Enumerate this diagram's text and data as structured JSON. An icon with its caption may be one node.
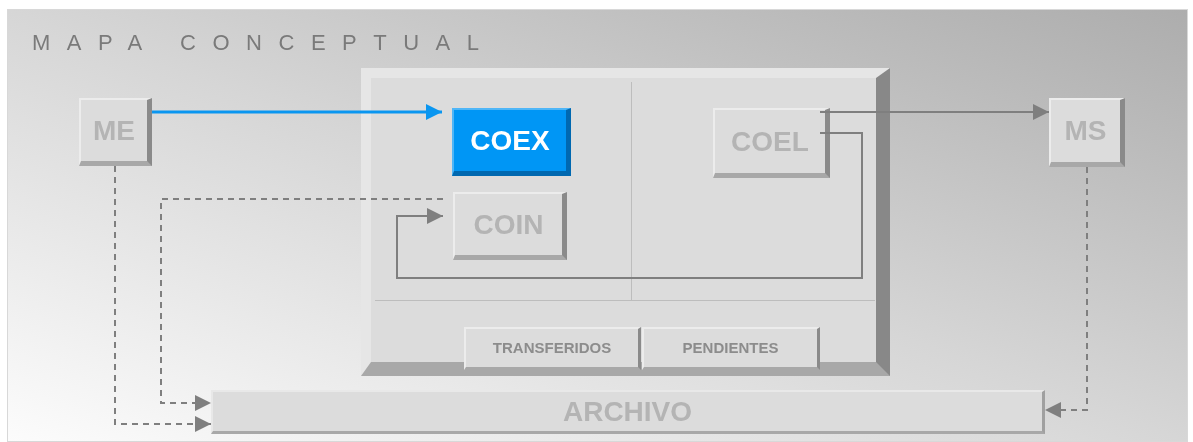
{
  "diagram": {
    "title": "MAPA CONCEPTUAL",
    "nodes": [
      {
        "text": [
          "ME"
        ]
      },
      {
        "text": [],
        "shape": "box"
      },
      {
        "text": [
          "COEX"
        ],
        "in": 1
      },
      {
        "text": [
          "COIN"
        ],
        "in": 1
      },
      {
        "text": [
          "COEL"
        ],
        "in": 1
      },
      {
        "text": [
          "MS"
        ]
      },
      {
        "text": [
          "TRANSFERIDOS"
        ],
        "in": 1
      },
      {
        "text": [
          "PENDIENTES"
        ],
        "in": 1
      },
      {
        "text": [
          "ARCHIVO"
        ]
      }
    ],
    "edges": [
      {
        "from": 0,
        "to": 2,
        "arrow": "to",
        "color": "#0a96f0"
      },
      {
        "from": 4,
        "to": 5,
        "arrow": "to"
      },
      {
        "from": 4,
        "to": 3,
        "arrow": "to"
      },
      {
        "from": 3,
        "to": 8,
        "arrow": "to",
        "style": "dashed"
      },
      {
        "from": 0,
        "to": 8,
        "arrow": "to",
        "style": "dashed"
      },
      {
        "from": 5,
        "to": 8,
        "arrow": "to",
        "style": "dashed"
      }
    ]
  }
}
